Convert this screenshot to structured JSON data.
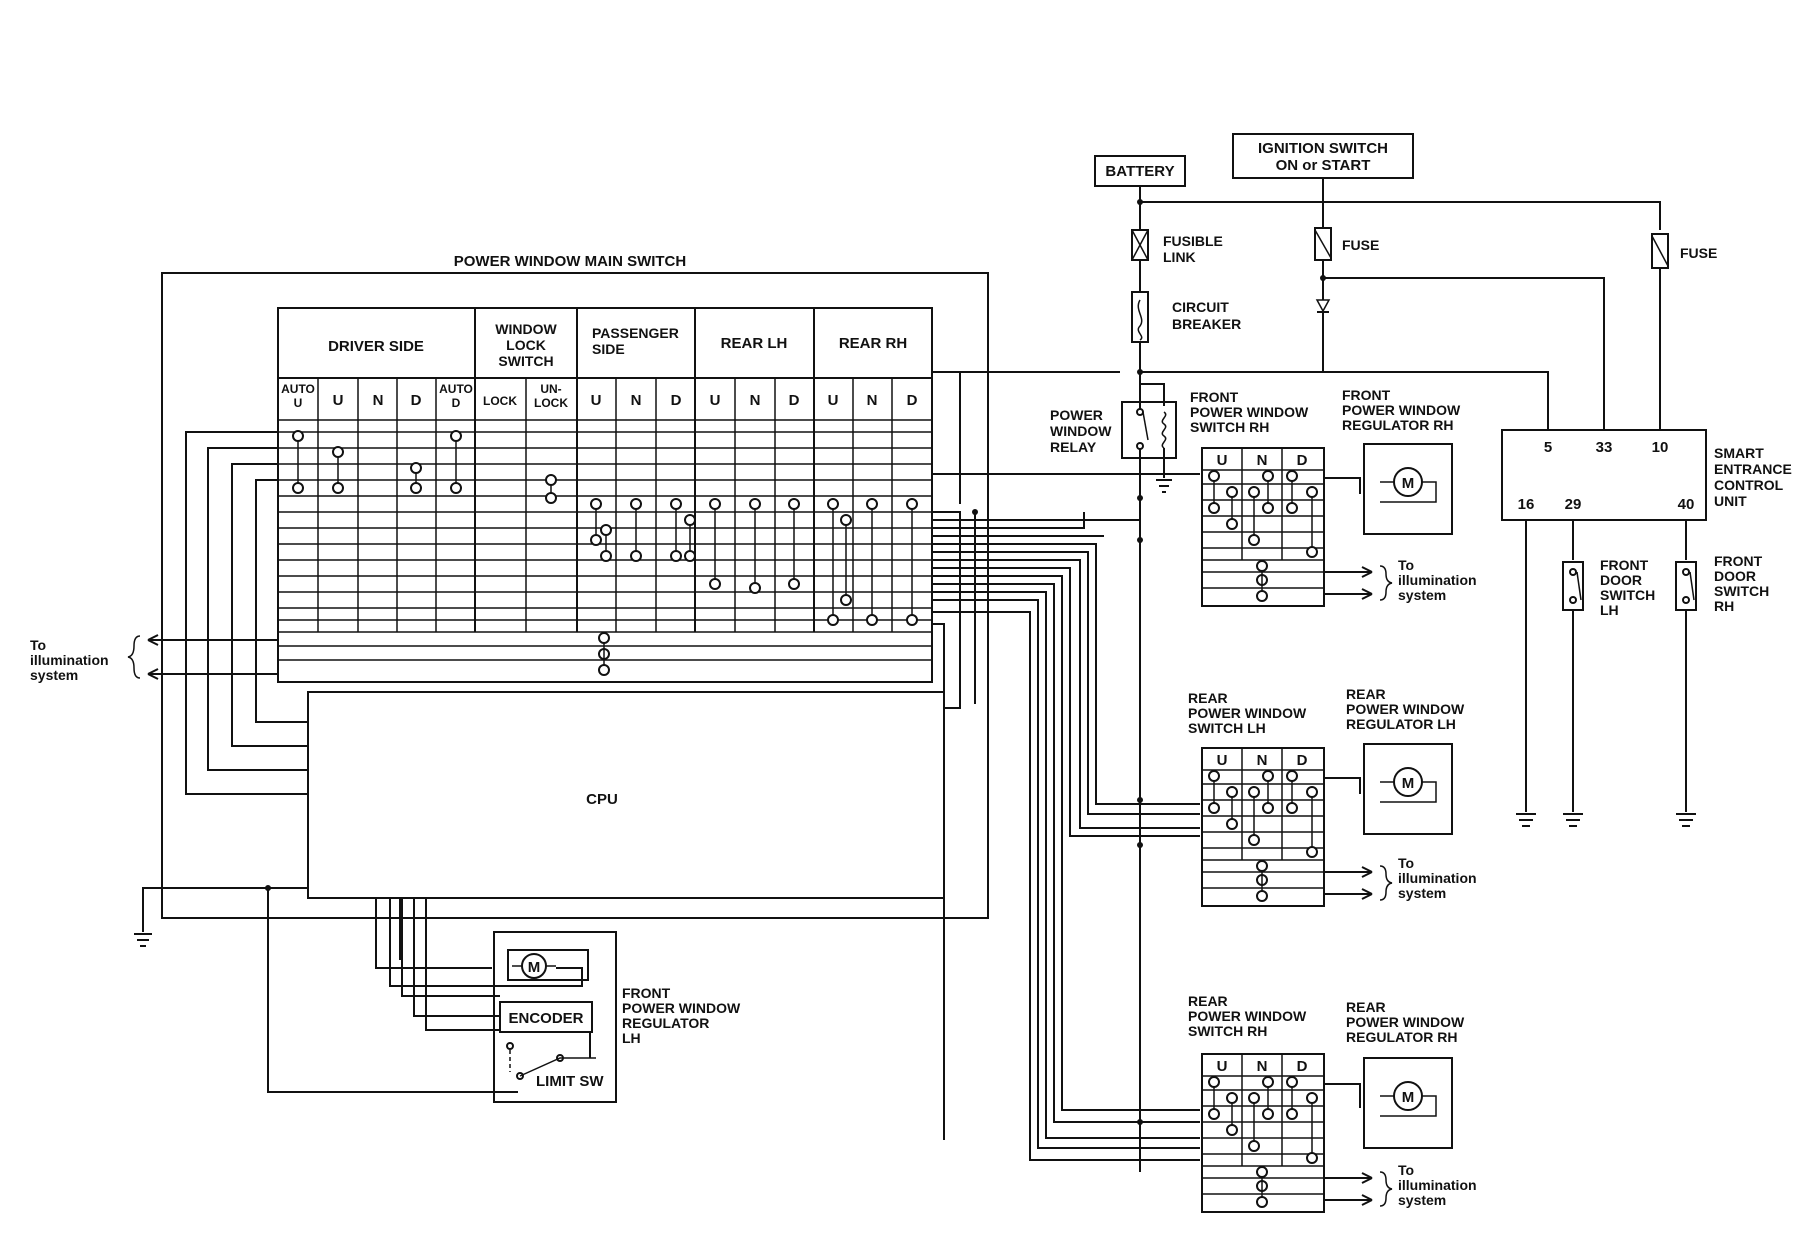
{
  "power_supply": {
    "battery": "BATTERY",
    "ignition_line1": "IGNITION SWITCH",
    "ignition_line2": "ON or START",
    "fusible_link_1": "FUSIBLE",
    "fusible_link_2": "LINK",
    "fuse_a": "FUSE",
    "fuse_b": "FUSE",
    "circuit_breaker_1": "CIRCUIT",
    "circuit_breaker_2": "BREAKER"
  },
  "relay": {
    "line1": "POWER",
    "line2": "WINDOW",
    "line3": "RELAY"
  },
  "main_switch": {
    "title": "POWER WINDOW MAIN SWITCH",
    "groups": {
      "driver": "DRIVER SIDE",
      "lock_1": "WINDOW",
      "lock_2": "LOCK",
      "lock_3": "SWITCH",
      "pass_1": "PASSENGER",
      "pass_2": "SIDE",
      "rear_lh": "REAR LH",
      "rear_rh": "REAR RH"
    },
    "columns": [
      "AUTO\nU",
      "U",
      "N",
      "D",
      "AUTO\nD",
      "LOCK",
      "UN-\nLOCK",
      "U",
      "N",
      "D",
      "U",
      "N",
      "D",
      "U",
      "N",
      "D"
    ],
    "cpu": "CPU",
    "illum_1": "To",
    "illum_2": "illumination",
    "illum_3": "system"
  },
  "front_lh_regulator": {
    "encoder": "ENCODER",
    "limit_sw": "LIMIT SW",
    "name_1": "FRONT",
    "name_2": "POWER WINDOW",
    "name_3": "REGULATOR",
    "name_4": "LH"
  },
  "front_rh": {
    "switch_1": "FRONT",
    "switch_2": "POWER WINDOW",
    "switch_3": "SWITCH RH",
    "reg_1": "FRONT",
    "reg_2": "POWER WINDOW",
    "reg_3": "REGULATOR RH",
    "cols": [
      "U",
      "N",
      "D"
    ],
    "illum_1": "To",
    "illum_2": "illumination",
    "illum_3": "system"
  },
  "rear_lh": {
    "switch_1": "REAR",
    "switch_2": "POWER WINDOW",
    "switch_3": "SWITCH LH",
    "reg_1": "REAR",
    "reg_2": "POWER WINDOW",
    "reg_3": "REGULATOR LH",
    "cols": [
      "U",
      "N",
      "D"
    ],
    "illum_1": "To",
    "illum_2": "illumination",
    "illum_3": "system"
  },
  "rear_rh": {
    "switch_1": "REAR",
    "switch_2": "POWER WINDOW",
    "switch_3": "SWITCH RH",
    "reg_1": "REAR",
    "reg_2": "POWER WINDOW",
    "reg_3": "REGULATOR RH",
    "cols": [
      "U",
      "N",
      "D"
    ],
    "illum_1": "To",
    "illum_2": "illumination",
    "illum_3": "system"
  },
  "smart_unit": {
    "name_1": "SMART",
    "name_2": "ENTRANCE",
    "name_3": "CONTROL",
    "name_4": "UNIT",
    "pin_5": "5",
    "pin_33": "33",
    "pin_10": "10",
    "pin_16": "16",
    "pin_29": "29",
    "pin_40": "40"
  },
  "door_switch_lh": {
    "line1": "FRONT",
    "line2": "DOOR",
    "line3": "SWITCH",
    "line4": "LH"
  },
  "door_switch_rh": {
    "line1": "FRONT",
    "line2": "DOOR",
    "line3": "SWITCH",
    "line4": "RH"
  },
  "motor_symbol": "M"
}
